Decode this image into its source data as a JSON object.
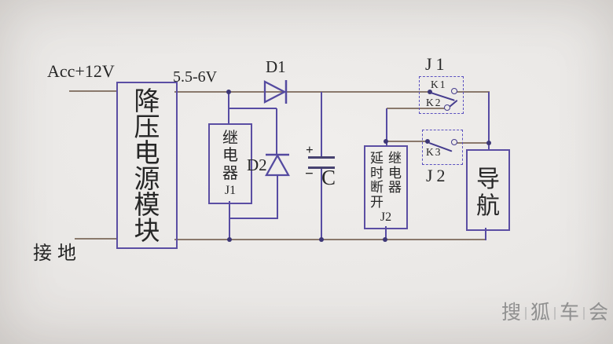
{
  "schematic": {
    "power_label": "Acc+12V",
    "rail_label": "5.5-6V",
    "ground_label": "接地",
    "buck_module": "降压电源模块",
    "relay1": {
      "title": "继电器",
      "id": "J1"
    },
    "diode1": "D1",
    "diode2": "D2",
    "capacitor": {
      "symbol": "C",
      "plus": "+",
      "minus": "−"
    },
    "delay_relay": {
      "title_col1": "延时断开",
      "title_col2": "继电器",
      "id": "J2"
    },
    "nav_module": "导航",
    "contacts": {
      "group1": "J1",
      "group2": "J2",
      "k1": "K1",
      "k2": "K2",
      "k3": "K3"
    }
  },
  "watermark": {
    "char1": "搜",
    "char2": "狐",
    "char3": "车",
    "char4": "会"
  },
  "colors": {
    "wire_purple": "#574ca3",
    "wire_brown": "#8a796c",
    "text": "#262626",
    "watermark_gray": "#909090"
  }
}
